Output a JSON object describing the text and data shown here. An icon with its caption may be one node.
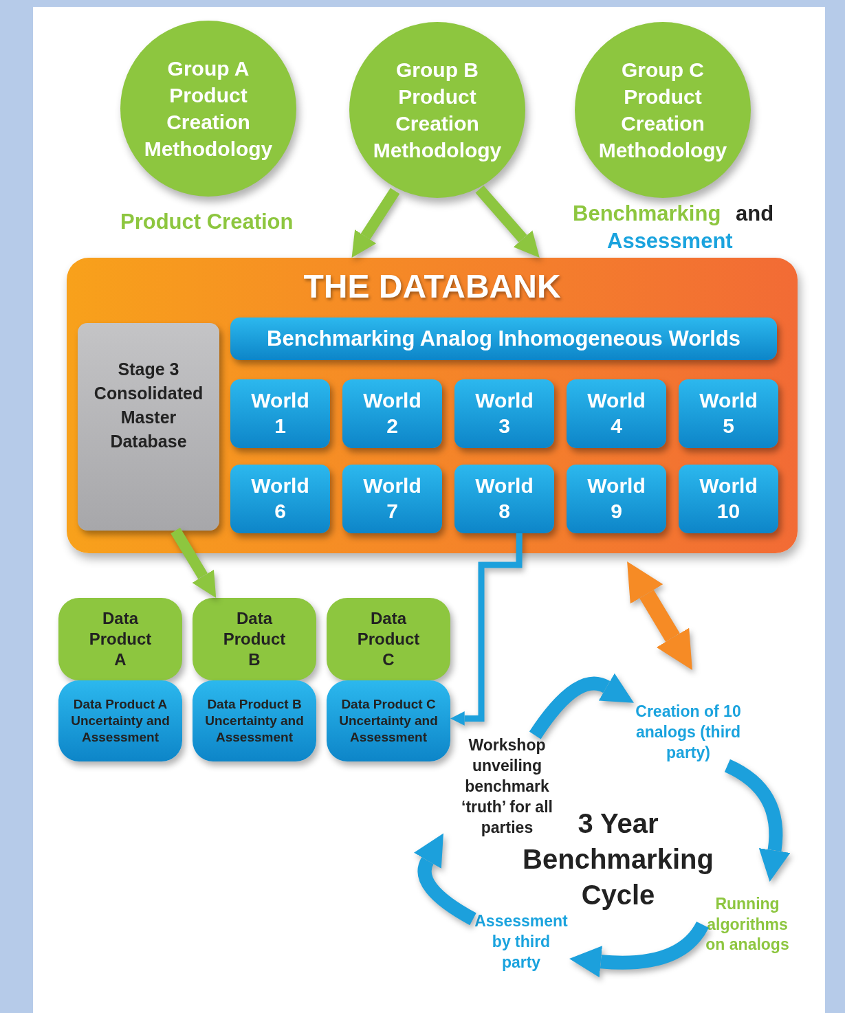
{
  "diagram": {
    "nodes": [
      {
        "text": [
          "Group A Product Creation Methodology"
        ]
      },
      {
        "text": [
          "Group B Product Creation Methodology"
        ]
      },
      {
        "text": [
          "Group C Product Creation Methodology"
        ]
      },
      {
        "text": [
          "THE DATABANK"
        ]
      },
      {
        "text": [
          "Stage 3 Consolidated Master Database"
        ],
        "in": 3
      },
      {
        "text": [
          "Benchmarking Analog Inhomogeneous Worlds"
        ],
        "in": 3
      },
      {
        "text": [
          "World 1"
        ],
        "in": 3
      },
      {
        "text": [
          "World 2"
        ],
        "in": 3
      },
      {
        "text": [
          "World 3"
        ],
        "in": 3
      },
      {
        "text": [
          "World 4"
        ],
        "in": 3
      },
      {
        "text": [
          "World 5"
        ],
        "in": 3
      },
      {
        "text": [
          "World 6"
        ],
        "in": 3
      },
      {
        "text": [
          "World 7"
        ],
        "in": 3
      },
      {
        "text": [
          "World 8"
        ],
        "in": 3
      },
      {
        "text": [
          "World 9"
        ],
        "in": 3
      },
      {
        "text": [
          "World 10"
        ],
        "in": 3
      },
      {
        "text": [
          "Data Product A"
        ]
      },
      {
        "text": [
          "Data Product A Uncertainty and Assessment"
        ]
      },
      {
        "text": [
          "Data Product B"
        ]
      },
      {
        "text": [
          "Data Product B Uncertainty and Assessment"
        ]
      },
      {
        "text": [
          "Data Product C"
        ]
      },
      {
        "text": [
          "Data Product C Uncertainty and Assessment"
        ]
      },
      {
        "text": [
          "Workshop unveiling benchmark ‘truth’ for all parties"
        ]
      },
      {
        "text": [
          "Creation of 10 analogs (third party)"
        ]
      },
      {
        "text": [
          "Running algorithms on analogs"
        ]
      },
      {
        "text": [
          "Assessment by third party"
        ]
      }
    ],
    "edges": [
      {
        "from": 1,
        "to": 3,
        "arrow": "to",
        "color": "#8dc63f"
      },
      {
        "from": 1,
        "to": 3,
        "arrow": "to",
        "color": "#8dc63f"
      },
      {
        "from": 4,
        "to": 18,
        "arrow": "to",
        "color": "#8dc63f"
      },
      {
        "from": 13,
        "to": 21,
        "arrow": "to"
      },
      {
        "from": 3,
        "to": 23,
        "arrow": "both",
        "color": "#f68b25"
      },
      {
        "from": 22,
        "to": 23,
        "arrow": "to"
      },
      {
        "from": 23,
        "to": 24,
        "arrow": "to"
      },
      {
        "from": 24,
        "to": 25,
        "arrow": "to"
      },
      {
        "from": 25,
        "to": 22,
        "arrow": "to"
      }
    ],
    "labels": [
      "Product Creation",
      "Benchmarking",
      "and",
      "Assessment",
      "3 Year Benchmarking Cycle"
    ]
  }
}
